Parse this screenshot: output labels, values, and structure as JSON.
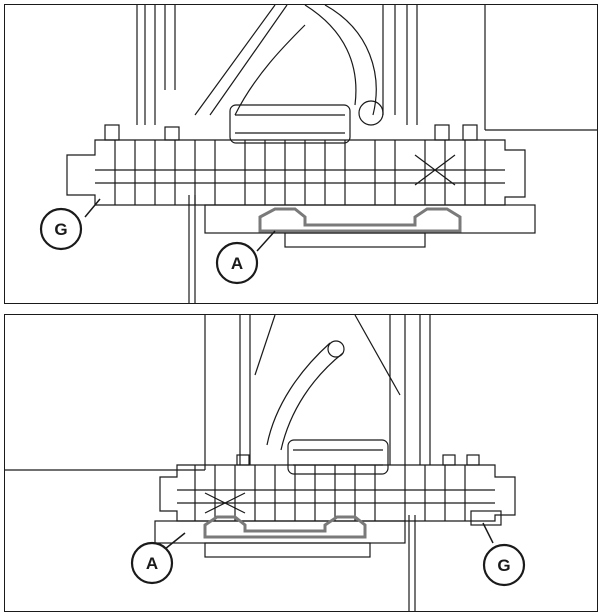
{
  "figure": {
    "top_panel": {
      "callouts": [
        {
          "id": "G",
          "label": "G"
        },
        {
          "id": "A",
          "label": "A"
        }
      ]
    },
    "bottom_panel": {
      "callouts": [
        {
          "id": "A",
          "label": "A"
        },
        {
          "id": "G",
          "label": "G"
        }
      ]
    }
  },
  "colors": {
    "line": "#1a1a1a",
    "highlight_rail": "#7a7a7a"
  }
}
